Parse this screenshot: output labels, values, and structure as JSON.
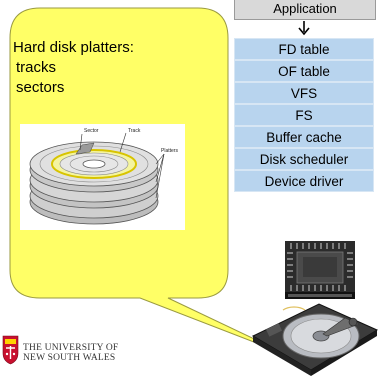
{
  "callout": {
    "heading": "Hard disk platters:",
    "items": [
      "tracks",
      "sectors"
    ]
  },
  "platter_diagram": {
    "labels": [
      "Sector",
      "Track",
      "Platters"
    ]
  },
  "stack": {
    "top": "Application",
    "layers": [
      "FD table",
      "OF table",
      "VFS",
      "FS",
      "Buffer cache",
      "Disk scheduler",
      "Device driver"
    ]
  },
  "logo": {
    "line1": "THE UNIVERSITY OF",
    "line2": "NEW SOUTH WALES"
  },
  "colors": {
    "bubble_fill": "#ffff66",
    "layer_fill": "#b8d4ee",
    "app_fill": "#d9d9d9"
  }
}
